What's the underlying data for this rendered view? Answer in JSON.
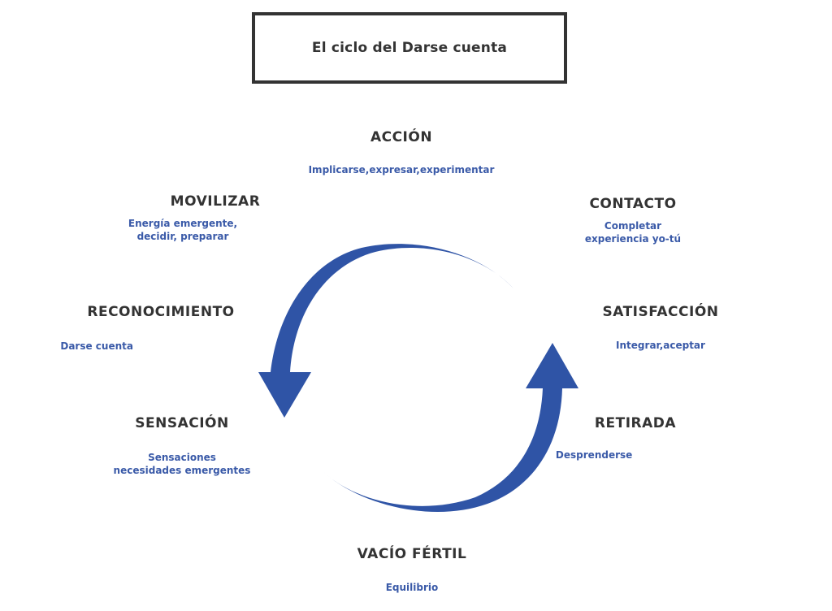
{
  "title": "El ciclo del Darse cuenta",
  "colors": {
    "arrow": "#2f54a6",
    "title_text": "#333333",
    "desc_text": "#3a5aa8"
  },
  "stages": {
    "accion": {
      "title": "ACCIÓN",
      "desc": [
        "Implicarse,expresar,experimentar"
      ]
    },
    "contacto": {
      "title": "CONTACTO",
      "desc": [
        "Completar",
        "experiencia yo-tú"
      ]
    },
    "satisfaccion": {
      "title": "SATISFACCIÓN",
      "desc": [
        "Integrar,aceptar"
      ]
    },
    "retirada": {
      "title": "RETIRADA",
      "desc": [
        "Desprenderse"
      ]
    },
    "vacio": {
      "title": "VACÍO FÉRTIL",
      "desc": [
        "Equilibrio"
      ]
    },
    "sensacion": {
      "title": "SENSACIÓN",
      "desc": [
        "Sensaciones",
        "necesidades emergentes"
      ]
    },
    "reconocimiento": {
      "title": "RECONOCIMIENTO",
      "desc": [
        "Darse cuenta"
      ]
    },
    "movilizar": {
      "title": "MOVILIZAR",
      "desc": [
        "Energía emergente,",
        "decidir, preparar"
      ]
    }
  }
}
